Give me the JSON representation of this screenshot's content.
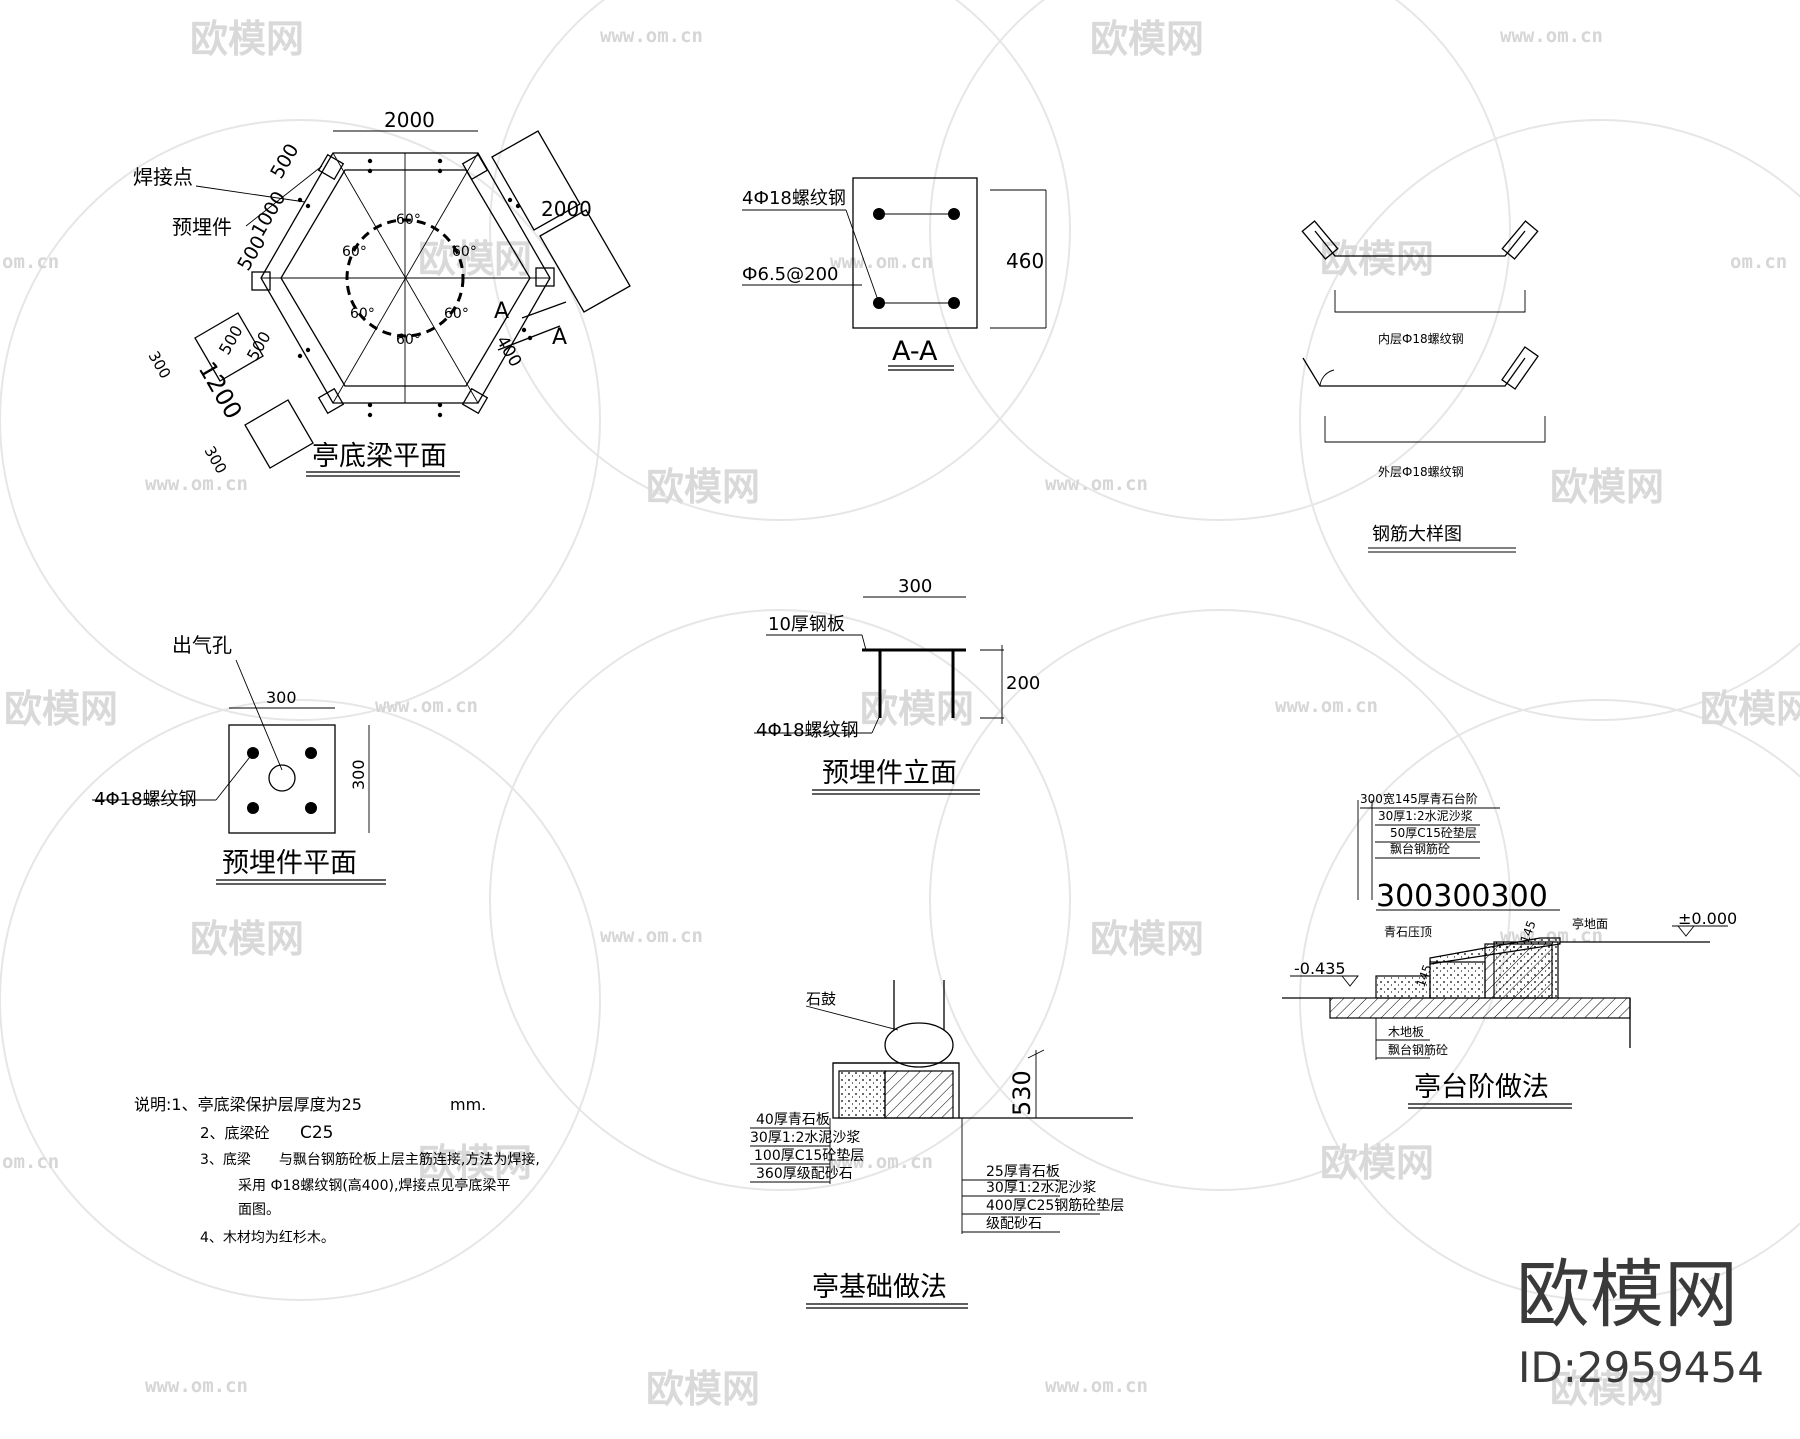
{
  "watermark": {
    "brand": "欧模网",
    "url": "www.om.cn",
    "url_short": "om.cn"
  },
  "plan": {
    "title": "亭底梁平面",
    "dim_top": "2000",
    "dim_right": "2000",
    "dim_500a": "500",
    "dim_1000": "1000",
    "dim_500b": "500",
    "dim_left_a": "500",
    "dim_left_b": "500",
    "dim_1200": "1200",
    "dim_300a": "300",
    "dim_300b": "300",
    "dim_400": "400",
    "angle": "60°",
    "label_weld": "焊接点",
    "label_embed": "预埋件",
    "section_mark": "A"
  },
  "section_aa": {
    "title": "A-A",
    "rebar_main": "4Ф18螺纹钢",
    "rebar_stirrup": "Ф6.5@200",
    "height": "460"
  },
  "rebar_detail": {
    "title": "钢筋大样图",
    "inner_label": "内层Ф18螺纹钢",
    "outer_label": "外层Ф18螺纹钢"
  },
  "embed_plan": {
    "title": "预埋件平面",
    "vent": "出气孔",
    "width": "300",
    "height": "300",
    "rebar": "4Φ18螺纹钢"
  },
  "embed_elev": {
    "title": "预埋件立面",
    "plate": "10厚钢板",
    "width": "300",
    "height": "200",
    "rebar": "4Φ18螺纹钢"
  },
  "steps": {
    "title": "亭台阶做法",
    "layers": [
      "300宽145厚青石台阶",
      "30厚1:2水泥沙浆",
      "50厚C15砼垫层",
      "飘台钢筋砼"
    ],
    "dims": "300300300",
    "elev_top": "±0.000",
    "elev_low": "-0.435",
    "dim_145a": "145",
    "dim_145b": "145",
    "label_stone_edge": "青石压顶",
    "label_deck": "亭地面",
    "label_wood": "木地板",
    "label_rc": "飘台钢筋砼"
  },
  "notes": {
    "line1a": "说明:1、亭底梁保护层厚度为25",
    "line1b": "mm.",
    "line2a": "2、底梁砼",
    "line2b": "C25",
    "line3": "3、底梁　　与飘台钢筋砼板上层主筋连接,方法为焊接,",
    "line4": "采用 Ф18螺纹钢(高400),焊接点见亭底梁平",
    "line5": "面图。",
    "line6": "4、木材均为红杉木。"
  },
  "foundation": {
    "title": "亭基础做法",
    "stone_drum": "石鼓",
    "dim": "530",
    "left_layers": [
      "40厚青石板",
      "30厚1:2水泥沙浆",
      "100厚C15砼垫层",
      "360厚级配砂石"
    ],
    "right_layers": [
      "25厚青石板",
      "30厚1:2水泥沙浆",
      "400厚C25钢筋砼垫层",
      "级配砂石"
    ]
  },
  "brand_block": {
    "name": "欧模网",
    "id": "ID:2959454"
  }
}
